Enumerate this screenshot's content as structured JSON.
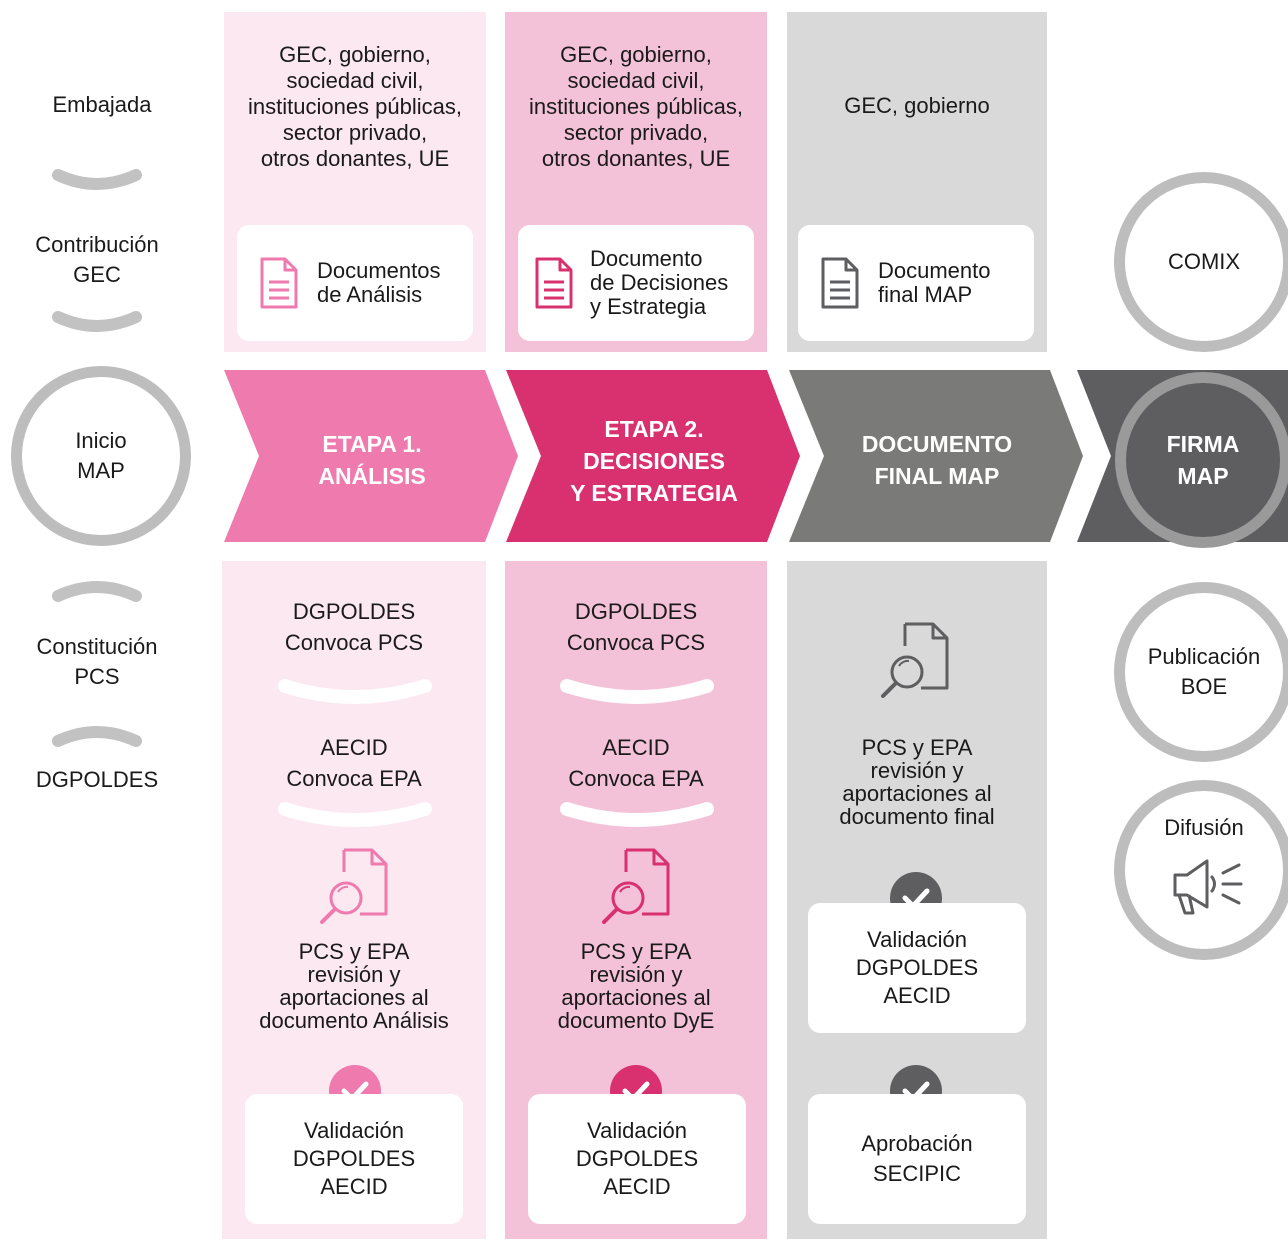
{
  "colors": {
    "stage1_light": "#fbe8f0",
    "stage2_light": "#f4c2d8",
    "final_light": "#d9d9d9",
    "stage1_arrow": "#ee7aae",
    "stage2_arrow": "#d9306f",
    "final_arrow": "#7a7a79",
    "firma_arrow": "#5e5e60",
    "circle_border": "#bdbdbd"
  },
  "left_column": {
    "embajada": "Embajada",
    "contribucion": "Contribución\nGEC",
    "inicio": "Inicio\nMAP",
    "constitucion": "Constitución\nPCS",
    "dgpoldes": "DGPOLDES"
  },
  "top": {
    "stage1_actors": "GEC, gobierno,\nsociedad civil,\ninstituciones públicas,\nsector privado,\notros donantes, UE",
    "stage2_actors": "GEC, gobierno,\nsociedad civil,\ninstituciones públicas,\nsector privado,\notros donantes, UE",
    "final_actors": "GEC, gobierno",
    "stage1_doc": "Documentos\nde Análisis",
    "stage2_doc": "Documento\nde Decisiones\ny Estrategia",
    "final_doc": "Documento\nfinal MAP",
    "comix": "COMIX"
  },
  "stages": {
    "stage1": "ETAPA 1.\nANÁLISIS",
    "stage2": "ETAPA 2.\nDECISIONES\nY ESTRATEGIA",
    "final": "DOCUMENTO\nFINAL MAP",
    "firma": "FIRMA\nMAP"
  },
  "bottom": {
    "stage1_convoca_pcs": "DGPOLDES\nConvoca PCS",
    "stage1_convoca_epa": "AECID\nConvoca EPA",
    "stage1_review": "PCS y EPA\nrevisión y\naportaciones al\ndocumento Análisis",
    "stage1_validation": "Validación\nDGPOLDES\nAECID",
    "stage2_convoca_pcs": "DGPOLDES\nConvoca PCS",
    "stage2_convoca_epa": "AECID\nConvoca EPA",
    "stage2_review": "PCS y EPA\nrevisión y\naportaciones al\ndocumento DyE",
    "stage2_validation": "Validación\nDGPOLDES\nAECID",
    "final_review": "PCS y EPA\nrevisión y\naportaciones al\ndocumento final",
    "final_validation": "Validación\nDGPOLDES\nAECID",
    "final_approval": "Aprobación\nSECIPIC",
    "publicacion": "Publicación\nBOE",
    "difusion": "Difusión"
  }
}
